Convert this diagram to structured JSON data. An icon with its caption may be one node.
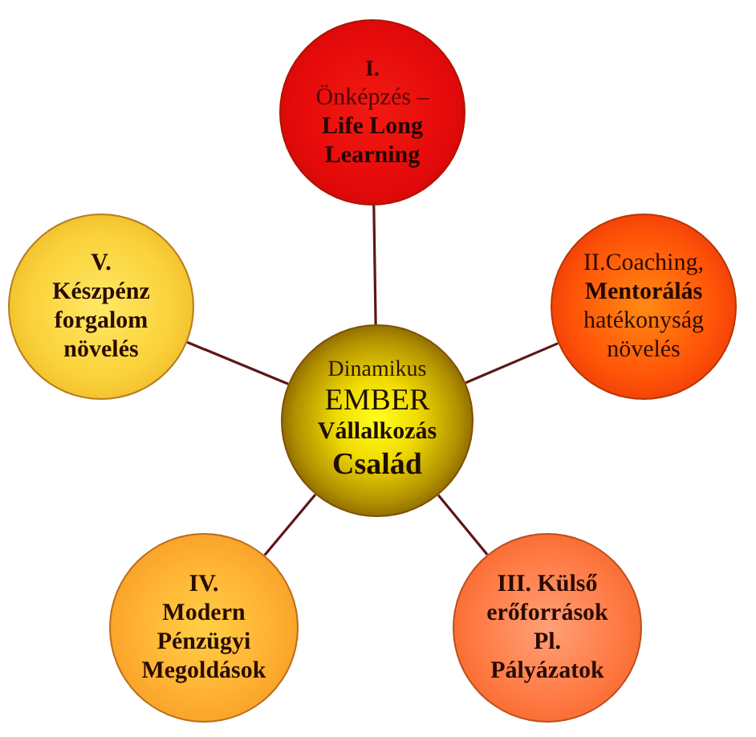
{
  "diagram": {
    "nodes": [
      {
        "text": [
          "I.",
          "Önképzés – **Life Long Learning**"
        ]
      },
      {
        "text": [
          "V.",
          "Készpénz forgalom növelés"
        ]
      },
      {
        "text": [
          "II.Coaching, **Mentorálás** hatékonyság növelés"
        ]
      },
      {
        "text": [
          "Dinamikus",
          "EMBER",
          "Vállalkozás",
          "Család"
        ]
      },
      {
        "text": [
          "IV.",
          "Modern Pénzügyi Megoldások"
        ]
      },
      {
        "text": [
          "III. Külső erőforrások Pl. Pályázatok"
        ]
      }
    ],
    "edges": [
      {
        "from": 3,
        "to": 0,
        "arrow": "none"
      },
      {
        "from": 3,
        "to": 1,
        "arrow": "none"
      },
      {
        "from": 3,
        "to": 2,
        "arrow": "none"
      },
      {
        "from": 3,
        "to": 4,
        "arrow": "none"
      },
      {
        "from": 3,
        "to": 5,
        "arrow": "none"
      }
    ]
  }
}
